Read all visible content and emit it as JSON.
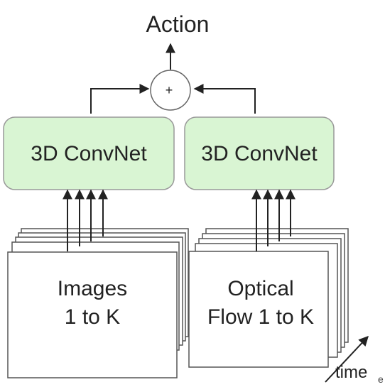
{
  "diagram": {
    "title": "Action",
    "sum_symbol": "+",
    "left_network": {
      "label": "3D ConvNet"
    },
    "right_network": {
      "label": "3D ConvNet"
    },
    "left_input": {
      "line1": "Images",
      "line2": "1 to K"
    },
    "right_input": {
      "line1": "Optical",
      "line2": "Flow 1 to K"
    },
    "time_label": "time",
    "stray_glyph": "e"
  },
  "colors": {
    "network_fill": "#d9f5d3",
    "network_stroke": "#999999",
    "stroke": "#222222",
    "frame_stroke": "#555555"
  }
}
